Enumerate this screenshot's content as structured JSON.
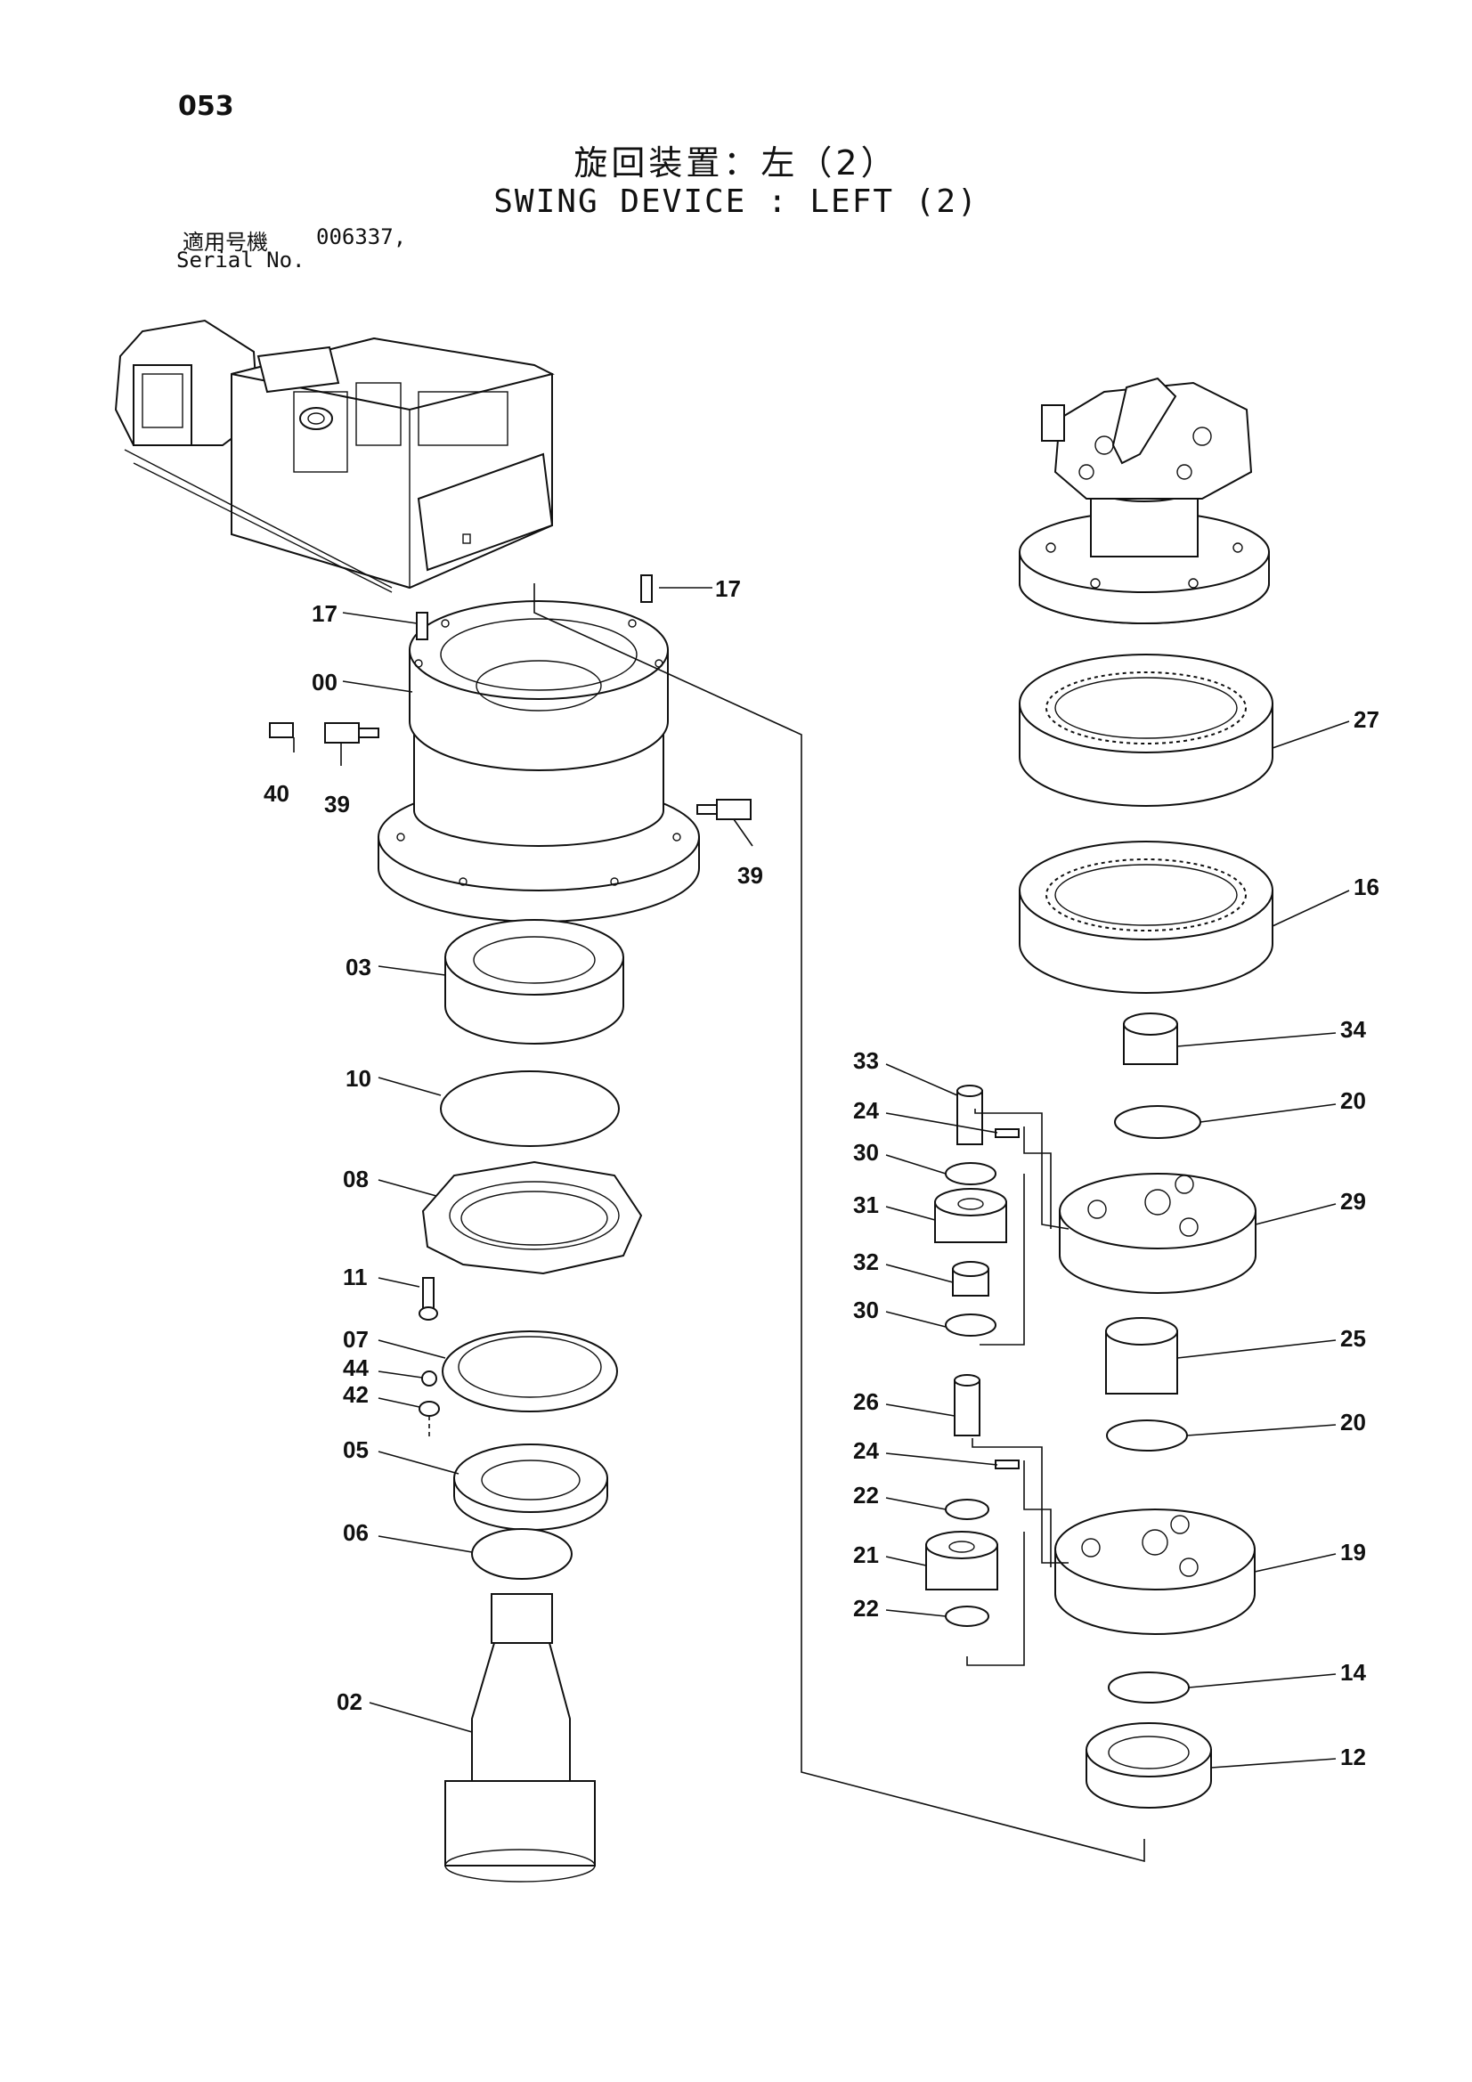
{
  "header": {
    "page_number": "053",
    "title_jp": "旋回装置：左（2）",
    "title_en": "SWING DEVICE : LEFT (2)",
    "serial_label_jp": "適用号機",
    "serial_value": "006337,",
    "serial_label_en": "Serial No."
  },
  "callouts": [
    {
      "id": "c17a",
      "label": "17"
    },
    {
      "id": "c17b",
      "label": "17"
    },
    {
      "id": "c00",
      "label": "00"
    },
    {
      "id": "c40",
      "label": "40"
    },
    {
      "id": "c39a",
      "label": "39"
    },
    {
      "id": "c39b",
      "label": "39"
    },
    {
      "id": "c03",
      "label": "03"
    },
    {
      "id": "c10",
      "label": "10"
    },
    {
      "id": "c08",
      "label": "08"
    },
    {
      "id": "c11",
      "label": "11"
    },
    {
      "id": "c07",
      "label": "07"
    },
    {
      "id": "c44",
      "label": "44"
    },
    {
      "id": "c42",
      "label": "42"
    },
    {
      "id": "c05",
      "label": "05"
    },
    {
      "id": "c06",
      "label": "06"
    },
    {
      "id": "c02",
      "label": "02"
    },
    {
      "id": "c27",
      "label": "27"
    },
    {
      "id": "c16",
      "label": "16"
    },
    {
      "id": "c34",
      "label": "34"
    },
    {
      "id": "c33",
      "label": "33"
    },
    {
      "id": "c20a",
      "label": "20"
    },
    {
      "id": "c24a",
      "label": "24"
    },
    {
      "id": "c30a",
      "label": "30"
    },
    {
      "id": "c31",
      "label": "31"
    },
    {
      "id": "c29",
      "label": "29"
    },
    {
      "id": "c32",
      "label": "32"
    },
    {
      "id": "c30b",
      "label": "30"
    },
    {
      "id": "c25",
      "label": "25"
    },
    {
      "id": "c26",
      "label": "26"
    },
    {
      "id": "c20b",
      "label": "20"
    },
    {
      "id": "c24b",
      "label": "24"
    },
    {
      "id": "c22a",
      "label": "22"
    },
    {
      "id": "c21",
      "label": "21"
    },
    {
      "id": "c19",
      "label": "19"
    },
    {
      "id": "c22b",
      "label": "22"
    },
    {
      "id": "c14",
      "label": "14"
    },
    {
      "id": "c12",
      "label": "12"
    }
  ]
}
